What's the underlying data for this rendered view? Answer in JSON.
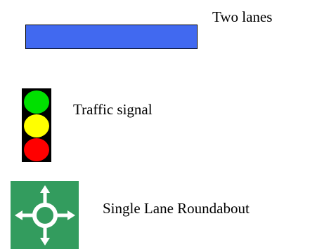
{
  "legend": {
    "items": [
      {
        "label": "Two lanes",
        "swatch_color": "#4169f0",
        "icon": "two-lanes-swatch"
      },
      {
        "label": "Traffic signal",
        "icon": "traffic-signal-icon",
        "light_colors": [
          "#00e000",
          "#ffff00",
          "#ff0000"
        ]
      },
      {
        "label": "Single Lane Roundabout",
        "icon": "single-lane-roundabout-icon",
        "background_color": "#339c5e",
        "symbol_color": "#ffffff"
      }
    ]
  }
}
